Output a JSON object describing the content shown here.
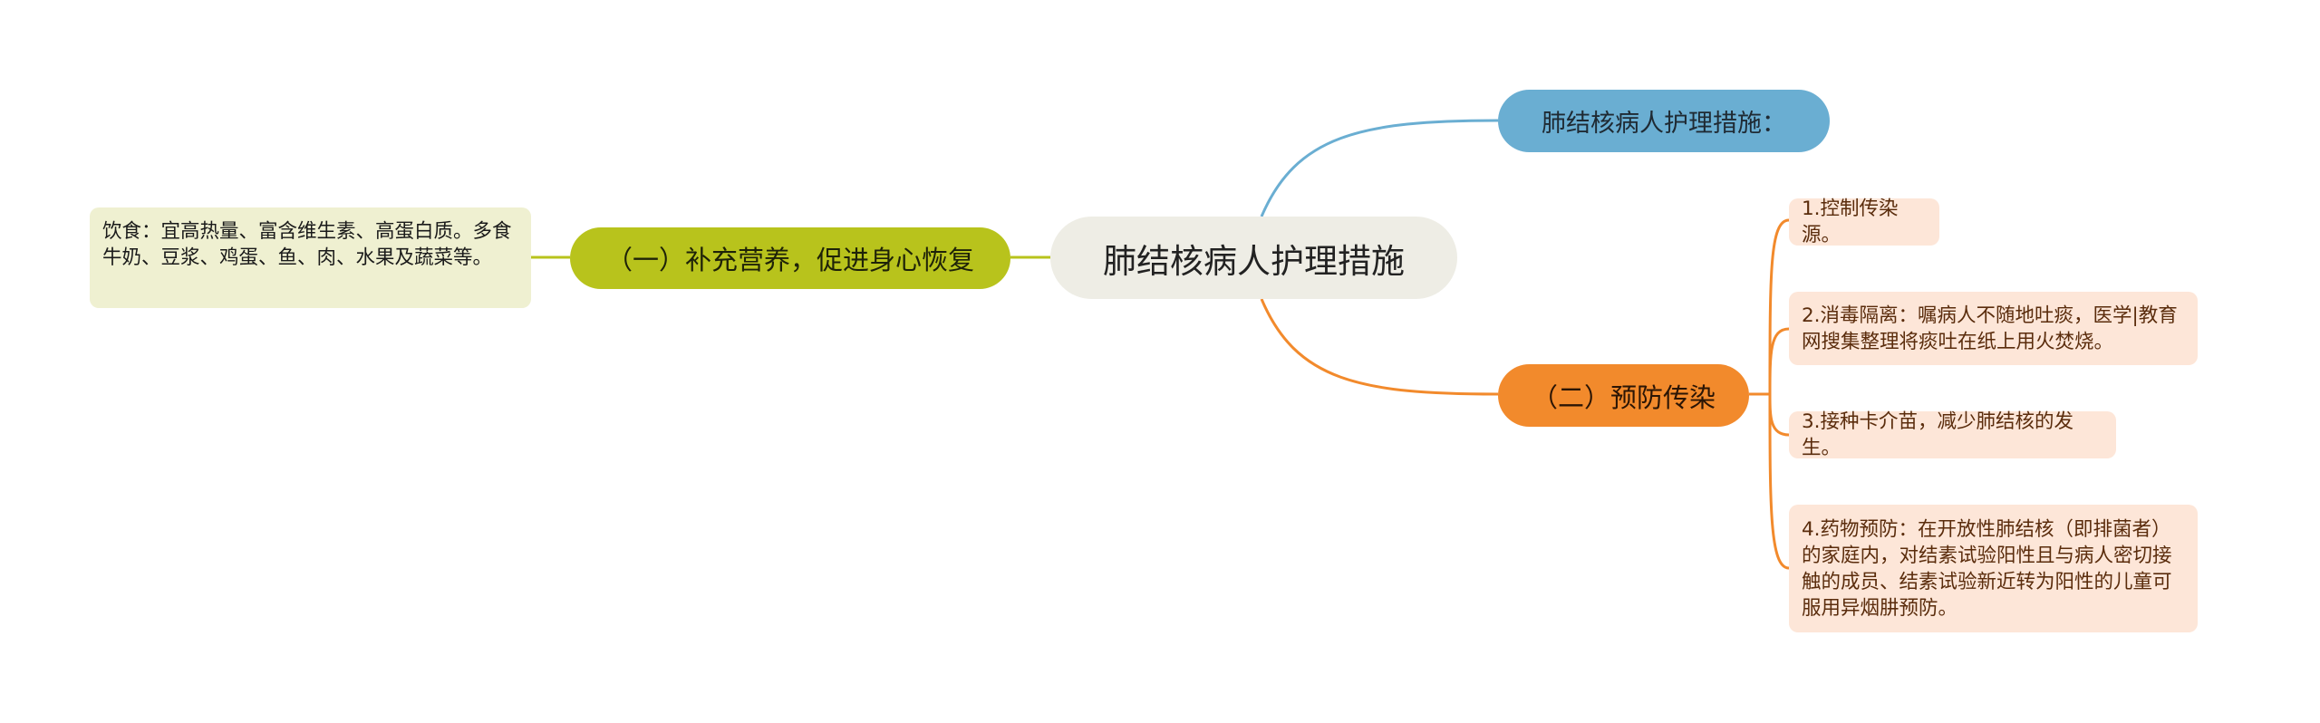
{
  "mindmap": {
    "root": {
      "label": "肺结核病人护理措施",
      "color": "#eeede5"
    },
    "branches": [
      {
        "label": "肺结核病人护理措施：",
        "color": "#6aaed2",
        "side": "right",
        "children": []
      },
      {
        "label": "（二）预防传染",
        "color": "#f28a2c",
        "side": "right",
        "children": [
          {
            "label": "1.控制传染源。"
          },
          {
            "label": "2.消毒隔离：嘱病人不随地吐痰，医学|教育网搜集整理将痰吐在纸上用火焚烧。"
          },
          {
            "label": "3.接种卡介苗，减少肺结核的发生。"
          },
          {
            "label": "4.药物预防：在开放性肺结核（即排菌者）的家庭内，对结素试验阳性且与病人密切接触的成员、结素试验新近转为阳性的儿童可服用异烟肼预防。"
          }
        ]
      },
      {
        "label": "（一）补充营养，促进身心恢复",
        "color": "#b8c31c",
        "side": "left",
        "children": [
          {
            "label": "饮食：宜高热量、富含维生素、高蛋白质。多食牛奶、豆浆、鸡蛋、鱼、肉、水果及蔬菜等。"
          }
        ]
      }
    ],
    "leaf_colors": {
      "orange": "#fde6d8",
      "green": "#eff0d1"
    }
  }
}
